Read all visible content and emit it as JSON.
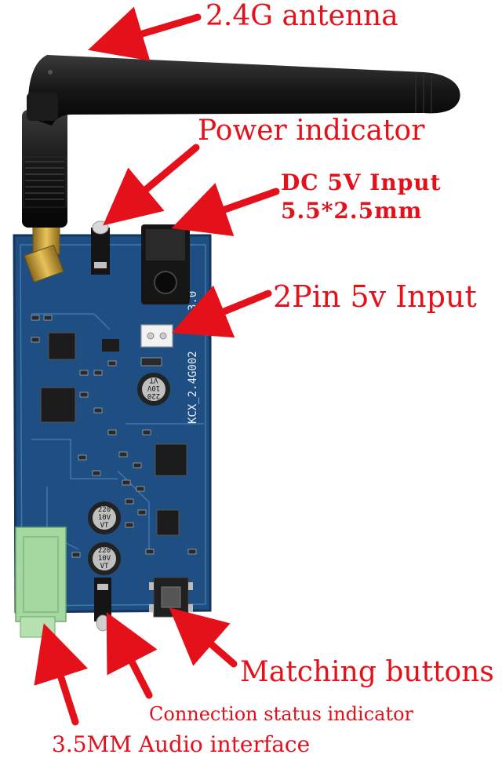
{
  "labels": {
    "antenna": "2.4G antenna",
    "power_indicator": "Power indicator",
    "dc_input_line1": "DC 5V Input",
    "dc_input_line2": "5.5*2.5mm",
    "two_pin_input": "2Pin 5v Input",
    "matching_buttons": "Matching buttons",
    "connection_status": "Connection status indicator",
    "audio_interface": "3.5MM Audio interface"
  },
  "silkscreen": {
    "board_text": "KCX_2.4G002",
    "board_version": "3.0",
    "cap_value": "220",
    "cap_voltage": "10V",
    "cap_series": "VT"
  },
  "colors": {
    "label_red": "#e4101a",
    "pcb_blue": "#1f4f82",
    "connector_green": "#a4d8a0",
    "antenna_black": "#1a1a1a"
  }
}
